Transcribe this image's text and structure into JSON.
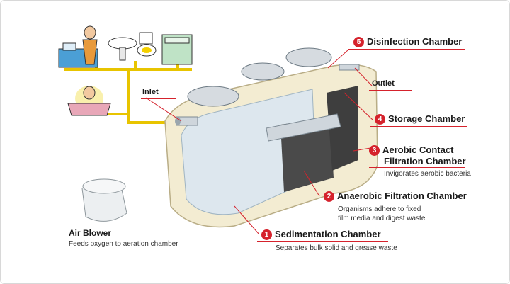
{
  "labels": {
    "inlet": "Inlet",
    "outlet": "Outlet",
    "air_blower": {
      "title": "Air Blower",
      "desc": "Feeds oxygen to aeration chamber"
    }
  },
  "chambers": [
    {
      "num": "5",
      "title": "Disinfection Chamber",
      "desc": ""
    },
    {
      "num": "4",
      "title": "Storage Chamber",
      "desc": ""
    },
    {
      "num": "3",
      "title": "Aerobic Contact Filtration Chamber",
      "title_line1": "Aerobic Contact",
      "title_line2": "Filtration Chamber",
      "desc": "Invigorates aerobic bacteria"
    },
    {
      "num": "2",
      "title": "Anaerobic Filtration Chamber",
      "desc_line1": "Organisms adhere to fixed",
      "desc_line2": "film media and digest waste"
    },
    {
      "num": "1",
      "title": "Sedimentation Chamber",
      "desc": "Separates bulk solid and grease waste"
    }
  ],
  "colors": {
    "accent": "#d5222c",
    "pipe": "#e8c400",
    "tank": "#f3ecd2"
  }
}
